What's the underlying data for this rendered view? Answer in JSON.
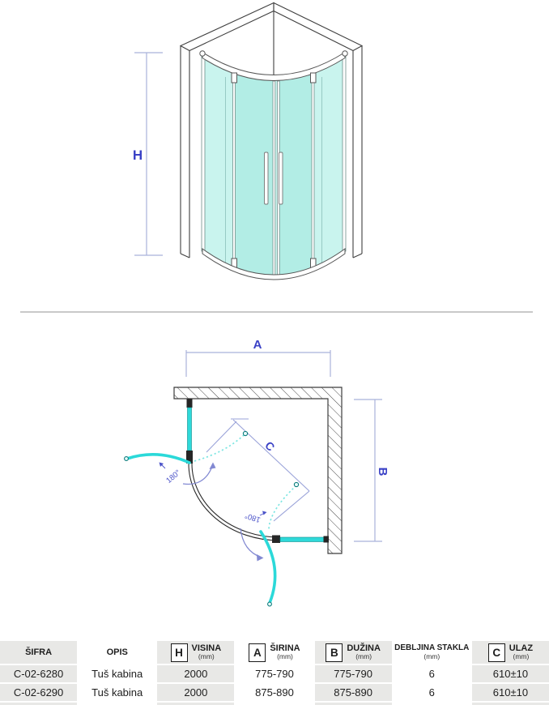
{
  "labels": {
    "h": "H",
    "a": "A",
    "b": "B",
    "c": "C",
    "angle1": "180°",
    "angle2": "180°"
  },
  "colors": {
    "accent_blue": "#3a41c6",
    "dim_line": "#a3abd8",
    "glass_front": "#c9f4ee",
    "door_cyan": "#2bd9d9",
    "circle_teal": "#0d7c7c",
    "table_gray": "#e8e8e6",
    "outline_dark": "#3c3c3c"
  },
  "table": {
    "headers": [
      {
        "letter": "",
        "title": "ŠIFRA",
        "unit": ""
      },
      {
        "letter": "",
        "title": "OPIS",
        "unit": ""
      },
      {
        "letter": "H",
        "title": "VISINA",
        "unit": "(mm)"
      },
      {
        "letter": "A",
        "title": "ŠIRINA",
        "unit": "(mm)"
      },
      {
        "letter": "B",
        "title": "DUŽINA",
        "unit": "(mm)"
      },
      {
        "letter": "",
        "title": "DEBLJINA STAKLA",
        "unit": "(mm)"
      },
      {
        "letter": "C",
        "title": "ULAZ",
        "unit": "(mm)"
      }
    ],
    "rows": [
      [
        "C-02-6280",
        "Tuš kabina",
        "2000",
        "775-790",
        "775-790",
        "6",
        "610±10"
      ],
      [
        "C-02-6290",
        "Tuš kabina",
        "2000",
        "875-890",
        "875-890",
        "6",
        "610±10"
      ]
    ]
  }
}
